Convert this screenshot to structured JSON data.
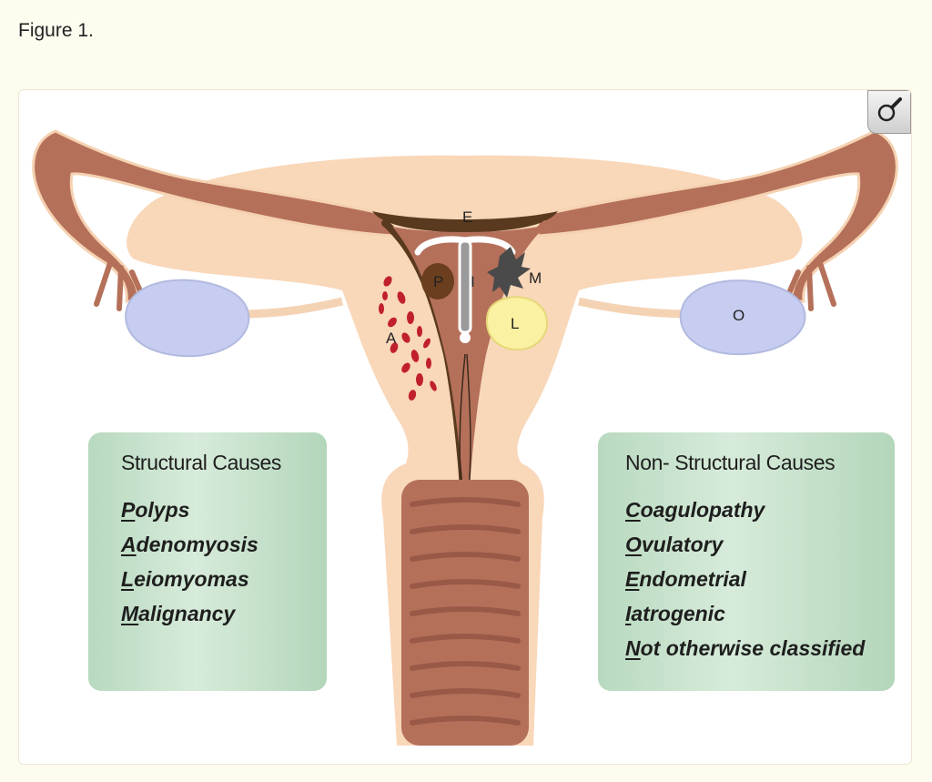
{
  "figure": {
    "title": "Figure 1."
  },
  "toolbar": {
    "zoom_icon": "magnifier-icon"
  },
  "diagram": {
    "labels": {
      "endometrium": "E",
      "polyp": "P",
      "iud": "I",
      "malignancy": "M",
      "leiomyoma": "L",
      "adenomyosis": "A",
      "ovary": "O"
    },
    "colors": {
      "tissue": "#f9d7b9",
      "tube": "#b5705a",
      "lining": "#5a3a1e",
      "ovary": "#c7cdf0",
      "adenomyosis": "#c0202d",
      "leiomyoma": "#fbf1a2",
      "polyp": "#6b3f1e",
      "box_green": "#c3e2c8"
    }
  },
  "structural": {
    "title": "Structural Causes",
    "items": [
      {
        "initial": "P",
        "rest": "olyps"
      },
      {
        "initial": "A",
        "rest": "denomyosis"
      },
      {
        "initial": "L",
        "rest": "eiomyomas"
      },
      {
        "initial": "M",
        "rest": "alignancy"
      }
    ]
  },
  "nonstructural": {
    "title": "Non- Structural Causes",
    "items": [
      {
        "initial": "C",
        "rest": "oagulopathy"
      },
      {
        "initial": "O",
        "rest": "vulatory"
      },
      {
        "initial": "E",
        "rest": "ndometrial"
      },
      {
        "initial": "I",
        "rest": "atrogenic"
      },
      {
        "initial": "N",
        "rest": "ot otherwise classified"
      }
    ]
  }
}
